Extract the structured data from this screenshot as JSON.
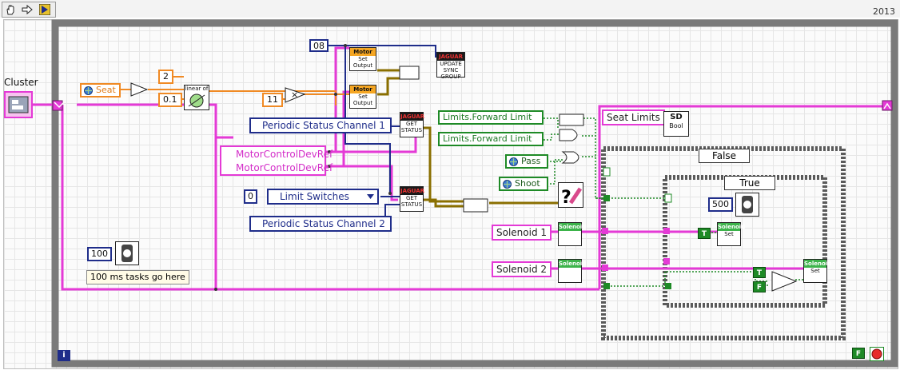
{
  "toolbar": {
    "year": "2013"
  },
  "cluster": {
    "label": "Cluster"
  },
  "seat_ref": {
    "label": "Seat"
  },
  "constants": {
    "two": "2",
    "point_one": "0.1",
    "eleven": "11",
    "zero_eight": "08",
    "hundred": "100",
    "five_hundred": "500",
    "limit_index": "0"
  },
  "rings": {
    "periodic1": "Periodic Status Channel 1",
    "periodic2": "Periodic Status Channel 2",
    "limit_switches": "Limit Switches"
  },
  "device_refs": {
    "ref1": "MotorControlDevRef",
    "ref2": "MotorControlDevRef"
  },
  "unbundle": {
    "fwd1": "Limits.Forward Limit",
    "fwd2": "Limits.Forward Limit"
  },
  "seat_limits": "Seat Limits",
  "green_refs": {
    "pass": "Pass",
    "shoot": "Shoot"
  },
  "solenoid_ctrls": {
    "s1": "Solenoid 1",
    "s2": "Solenoid 2"
  },
  "case": {
    "outer": "False",
    "inner": "True"
  },
  "comment": "100 ms tasks go here",
  "vi_labels": {
    "motor": "Motor",
    "set_output": "Set Output",
    "jaguar": "JAGUAR",
    "get_status": "GET STATUS",
    "update_sync": "UPDATE SYNC GROUP",
    "solenoid": "Solenoid",
    "set": "Set",
    "linear": "linear of",
    "sd": "SD",
    "bool": "Bool"
  },
  "bool_consts": {
    "t": "T",
    "f": "F"
  },
  "info_icon": "i",
  "colors": {
    "pink_wire": "#e43ad6",
    "orange_wire": "#f08a24",
    "blue_wire": "#1f2d8a",
    "green_wire": "#1e8a26",
    "loop": "#808080"
  }
}
